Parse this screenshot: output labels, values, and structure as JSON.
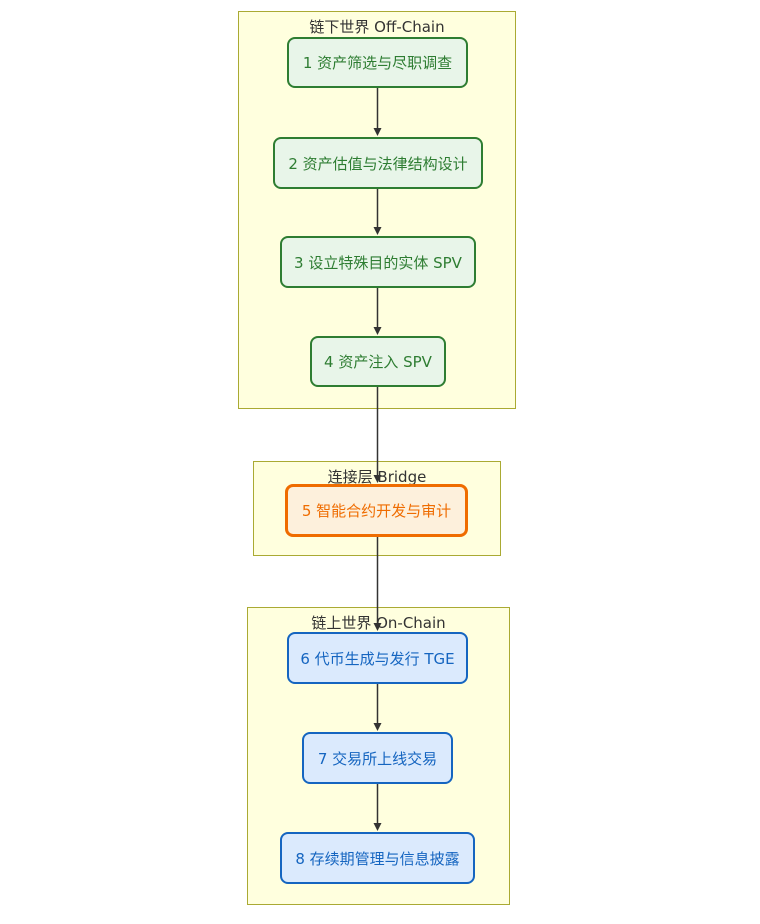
{
  "flowchart": {
    "groups": [
      {
        "id": "offchain",
        "title": "链下世界 Off-Chain",
        "nodes": [
          {
            "id": "1",
            "label": "1 资产筛选与尽职调查"
          },
          {
            "id": "2",
            "label": "2 资产估值与法律结构设计"
          },
          {
            "id": "3",
            "label": "3 设立特殊目的实体 SPV"
          },
          {
            "id": "4",
            "label": "4 资产注入 SPV"
          }
        ]
      },
      {
        "id": "bridge",
        "title": "连接层 Bridge",
        "nodes": [
          {
            "id": "5",
            "label": "5 智能合约开发与审计"
          }
        ]
      },
      {
        "id": "onchain",
        "title": "链上世界 On-Chain",
        "nodes": [
          {
            "id": "6",
            "label": "6 代币生成与发行 TGE"
          },
          {
            "id": "7",
            "label": "7 交易所上线交易"
          },
          {
            "id": "8",
            "label": "8 存续期管理与信息披露"
          }
        ]
      }
    ],
    "edges": [
      {
        "from": "1",
        "to": "2"
      },
      {
        "from": "2",
        "to": "3"
      },
      {
        "from": "3",
        "to": "4"
      },
      {
        "from": "4",
        "to": "5"
      },
      {
        "from": "5",
        "to": "6"
      },
      {
        "from": "6",
        "to": "7"
      },
      {
        "from": "7",
        "to": "8"
      }
    ]
  },
  "colors": {
    "group-fill": "#ffffde",
    "group-stroke": "#aaaa33",
    "group-title": "#333333",
    "offchain-node-fill": "#e8f5e9",
    "offchain-node-stroke": "#2e7d32",
    "offchain-node-text": "#2e7d32",
    "bridge-node-fill": "#fdf0dc",
    "bridge-node-stroke": "#ef6c00",
    "bridge-node-text": "#ef6c00",
    "onchain-node-fill": "#dbeafd",
    "onchain-node-stroke": "#1565c0",
    "onchain-node-text": "#1565c0",
    "edge": "#333333"
  }
}
